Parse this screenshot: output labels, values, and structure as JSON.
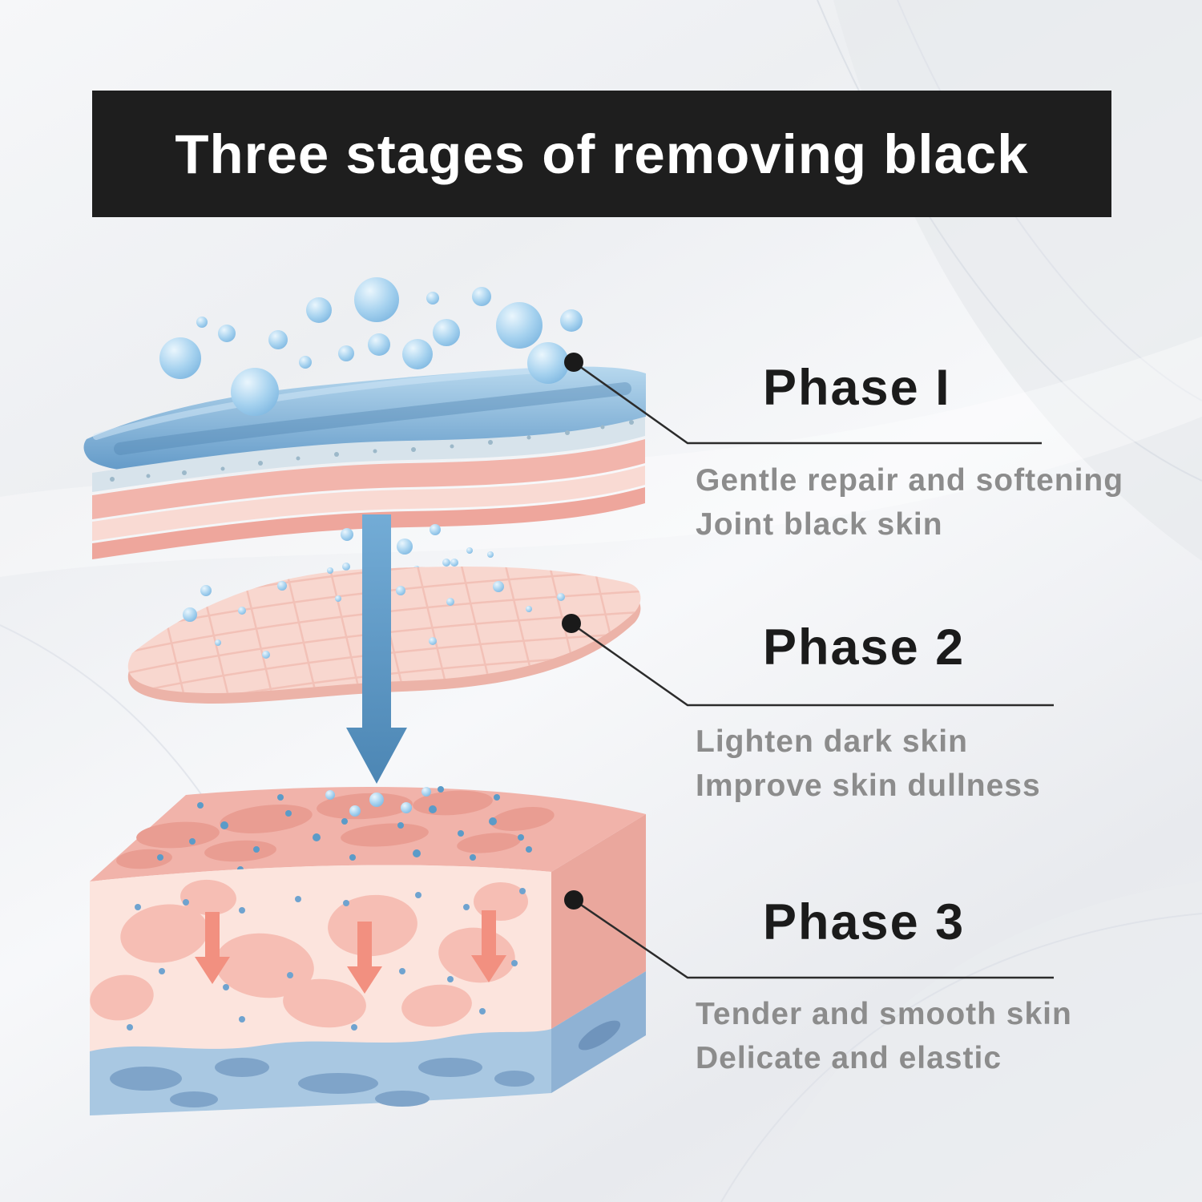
{
  "banner": {
    "title": "Three stages of removing black",
    "bg_color": "#1e1e1e",
    "text_color": "#ffffff"
  },
  "phases": [
    {
      "heading": "Phase I",
      "lines": [
        "Gentle repair and softening",
        "Joint black skin"
      ]
    },
    {
      "heading": "Phase 2",
      "lines": [
        "Lighten dark skin",
        "Improve skin dullness"
      ]
    },
    {
      "heading": "Phase 3",
      "lines": [
        "Tender and smooth skin",
        "Delicate and elastic"
      ]
    }
  ],
  "colors": {
    "heading_text": "#1b1b1b",
    "sub_text": "#8c8c8c",
    "leader_line": "#2b2b2b",
    "surface_blue": "#6a9ecb",
    "droplet_blue": "#8cc2e8",
    "skin_pink": "#f6beb4",
    "deep_layer_blue": "#a9c8e2",
    "background": "#eef0f3"
  },
  "illustration": {
    "parts": [
      "surface-layer-with-droplets",
      "epidermis-ribbons",
      "mesh-layer",
      "absorption-arrow",
      "dermis-block",
      "deep-blue-layer"
    ]
  }
}
